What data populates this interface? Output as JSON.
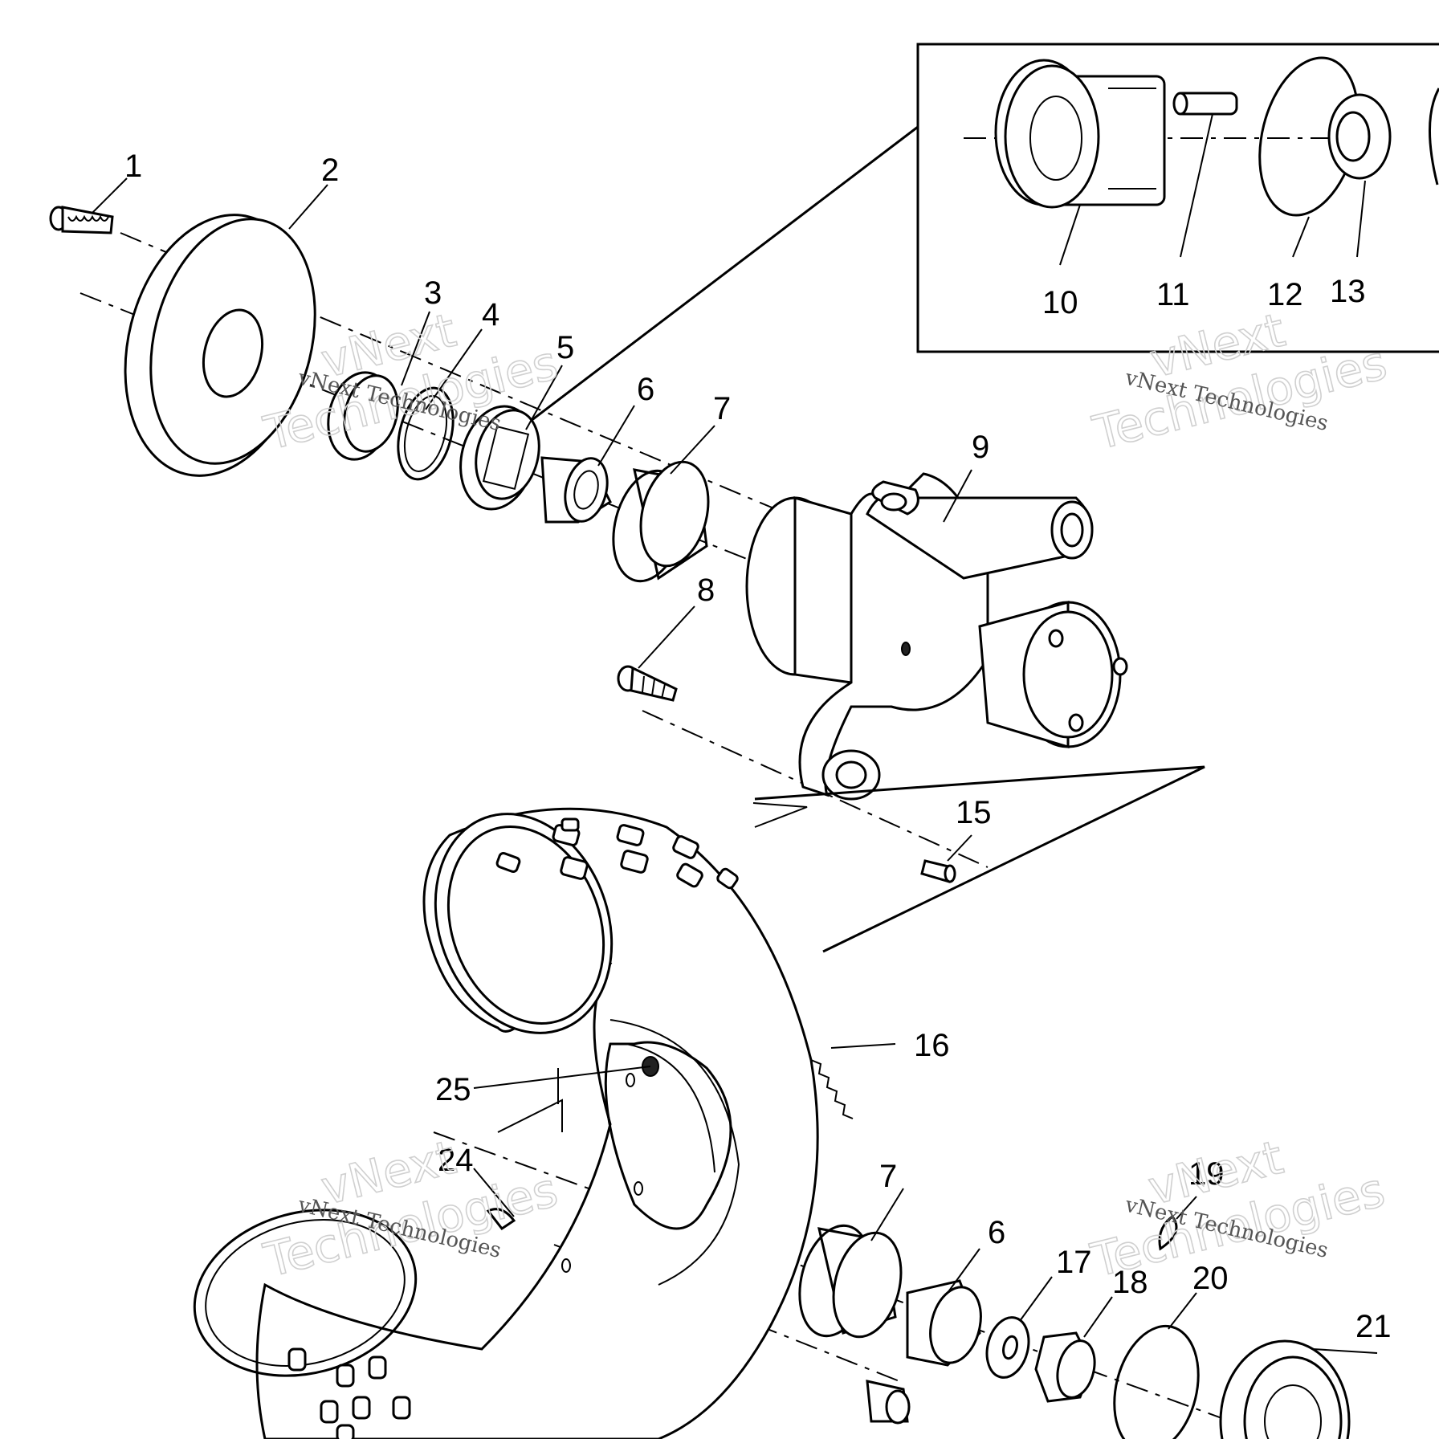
{
  "callouts": [
    "1",
    "2",
    "3",
    "4",
    "5",
    "6",
    "7",
    "8",
    "9",
    "10",
    "11",
    "12",
    "13",
    "15",
    "16",
    "25",
    "24",
    "7",
    "6",
    "17",
    "18",
    "19",
    "20",
    "21"
  ],
  "watermark": {
    "big_line_1": "vNext",
    "big_line_2": "Technologies",
    "small": "vNext Technologies"
  }
}
